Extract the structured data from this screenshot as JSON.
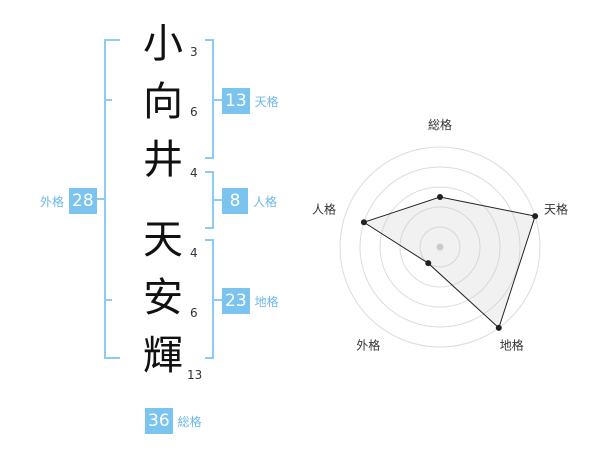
{
  "name": {
    "characters": [
      {
        "char": "小",
        "strokes": "3"
      },
      {
        "char": "向",
        "strokes": "6"
      },
      {
        "char": "井",
        "strokes": "4"
      },
      {
        "char": "天",
        "strokes": "4"
      },
      {
        "char": "安",
        "strokes": "6"
      },
      {
        "char": "輝",
        "strokes": "13"
      }
    ]
  },
  "kaku": {
    "tenkaku": {
      "label": "天格",
      "value": "13"
    },
    "jinkaku": {
      "label": "人格",
      "value": "8"
    },
    "chikaku": {
      "label": "地格",
      "value": "23"
    },
    "gaikaku": {
      "label": "外格",
      "value": "28"
    },
    "soukaku": {
      "label": "総格",
      "value": "36"
    }
  },
  "colors": {
    "accent": "#7cc4f0",
    "label": "#6ab8ea",
    "bracket": "#8ccbf2"
  },
  "chart_data": {
    "type": "radar",
    "axes": [
      "総格",
      "天格",
      "地格",
      "外格",
      "人格"
    ],
    "values": [
      2.5,
      5.0,
      5.0,
      1.0,
      4.0
    ],
    "rmax": 5,
    "rings": 5
  }
}
